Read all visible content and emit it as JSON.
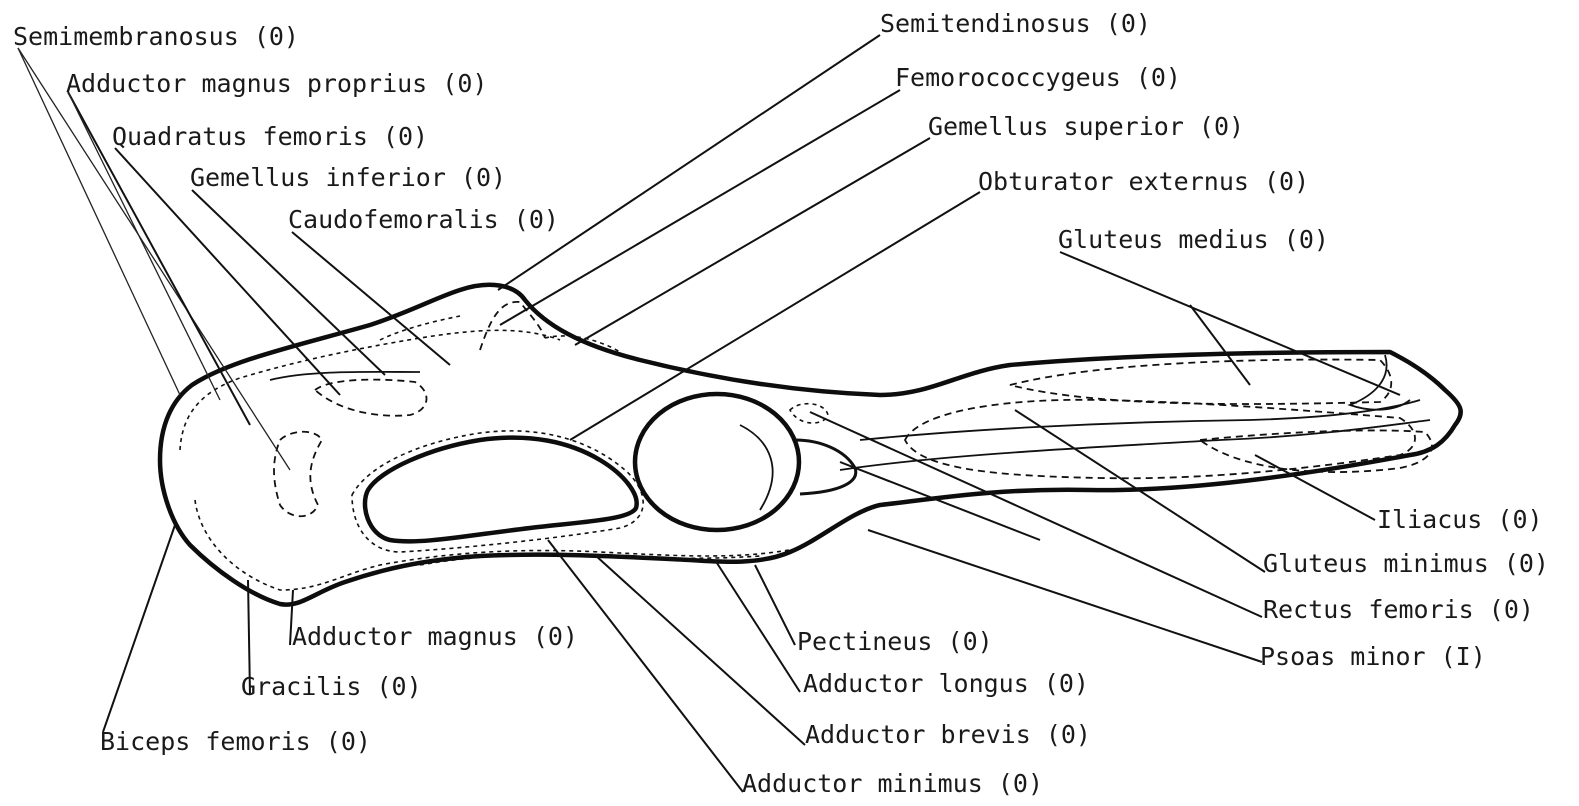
{
  "labels": {
    "semimembranosus": "Semimembranosus (0)",
    "adductor_magnus_proprius": "Adductor magnus proprius (0)",
    "quadratus_femoris": "Quadratus femoris (0)",
    "gemellus_inferior": "Gemellus inferior (0)",
    "caudofemoralis": "Caudofemoralis (0)",
    "semitendinosus": "Semitendinosus (0)",
    "femorococcygeus": "Femorococcygeus (0)",
    "gemellus_superior": "Gemellus superior (0)",
    "obturator_externus": "Obturator externus (0)",
    "gluteus_medius": "Gluteus medius (0)",
    "iliacus": "Iliacus (0)",
    "gluteus_minimus": "Gluteus minimus (0)",
    "rectus_femoris": "Rectus femoris (0)",
    "psoas_minor": "Psoas minor (I)",
    "pectineus": "Pectineus (0)",
    "adductor_longus": "Adductor longus (0)",
    "adductor_brevis": "Adductor brevis (0)",
    "adductor_minimus": "Adductor minimus (0)",
    "adductor_magnus": "Adductor magnus (0)",
    "gracilis": "Gracilis (0)",
    "biceps_femoris": "Biceps femoris (0)"
  }
}
